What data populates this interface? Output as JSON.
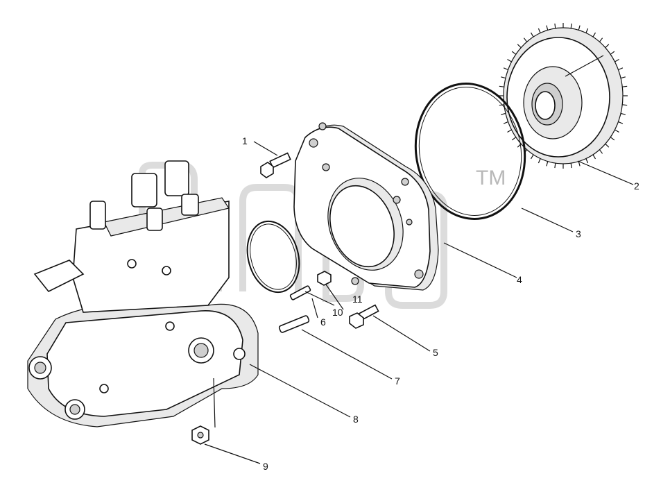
{
  "callouts": [
    {
      "id": "1",
      "label": "1"
    },
    {
      "id": "2",
      "label": "2"
    },
    {
      "id": "3",
      "label": "3"
    },
    {
      "id": "4",
      "label": "4"
    },
    {
      "id": "5",
      "label": "5"
    },
    {
      "id": "6",
      "label": "6"
    },
    {
      "id": "7",
      "label": "7"
    },
    {
      "id": "8",
      "label": "8"
    },
    {
      "id": "9",
      "label": "9"
    },
    {
      "id": "10",
      "label": "10"
    },
    {
      "id": "11",
      "label": "11"
    }
  ],
  "watermark": {
    "trademark": "TM"
  }
}
